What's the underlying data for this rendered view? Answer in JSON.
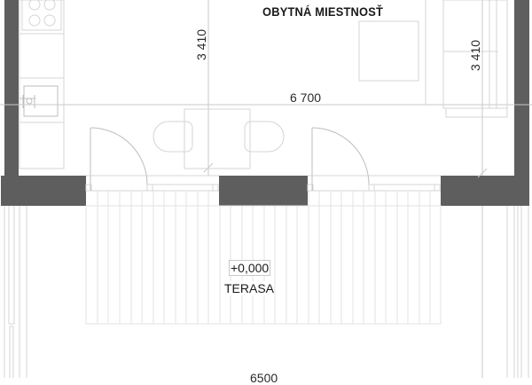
{
  "plan": {
    "rooms": [
      {
        "id": "living",
        "label": "OBYTNÁ MIESTNOSŤ"
      },
      {
        "id": "terrace",
        "label": "TERASA",
        "level": "+0,000"
      }
    ],
    "dimensions": {
      "width_interior": "6 700",
      "height_left": "3 410",
      "height_right": "3 410",
      "terrace_width": "6500"
    },
    "colors": {
      "wall": "#5e5e5e",
      "linework": "#d4d4d4",
      "text": "#1a1a1a"
    },
    "fixtures": [
      "stove-4-burner",
      "kitchen-sink",
      "kitchen-counter",
      "door-left",
      "door-right",
      "sliding-window-left",
      "sliding-window-right",
      "armchair-left",
      "armchair-right",
      "coffee-table",
      "sofa-table",
      "sofa"
    ]
  }
}
